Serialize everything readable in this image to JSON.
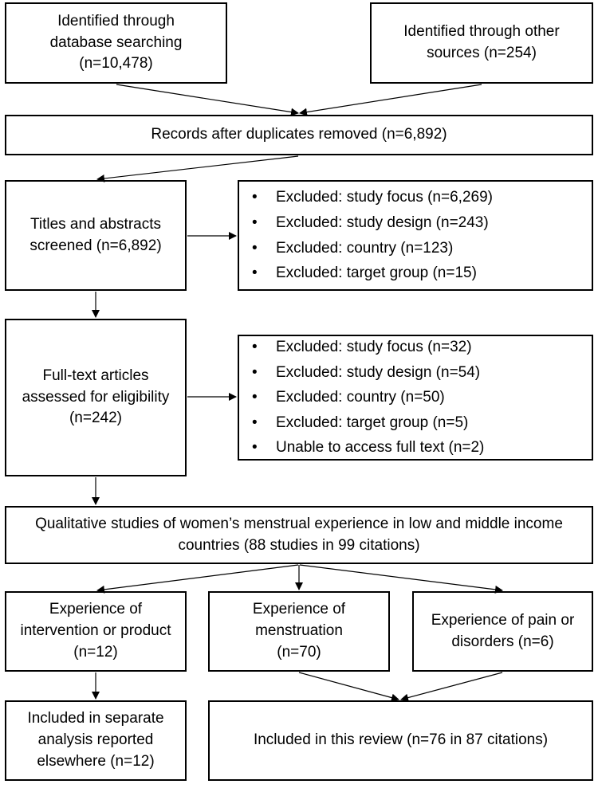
{
  "identification": {
    "database": "Identified through database searching (n=10,478)",
    "other": "Identified through other sources (n=254)"
  },
  "duplicates_removed": "Records after duplicates removed (n=6,892)",
  "screening": {
    "label": "Titles and abstracts screened (n=6,892)",
    "exclusions": [
      "Excluded: study focus (n=6,269)",
      "Excluded: study design (n=243)",
      "Excluded: country (n=123)",
      "Excluded: target group (n=15)"
    ]
  },
  "eligibility": {
    "label": "Full-text articles assessed for eligibility (n=242)",
    "exclusions": [
      "Excluded: study focus (n=32)",
      "Excluded: study design (n=54)",
      "Excluded: country (n=50)",
      "Excluded: target group (n=5)",
      "Unable to access full text (n=2)"
    ]
  },
  "qualitative_studies": "Qualitative studies of women’s menstrual experience in low and middle income countries (88 studies in 99 citations)",
  "categories": {
    "intervention": "Experience of intervention or product (n=12)",
    "menstruation": "Experience of menstruation (n=70)",
    "pain": "Experience of pain or disorders (n=6)"
  },
  "outcomes": {
    "separate": "Included in separate analysis reported elsewhere (n=12)",
    "this_review": "Included in this review (n=76 in 87 citations)"
  }
}
